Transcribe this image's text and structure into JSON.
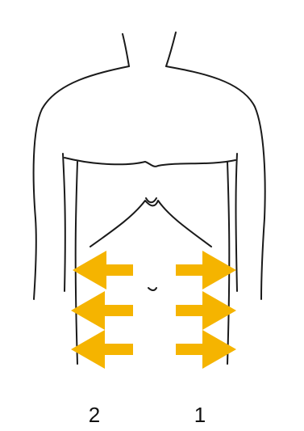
{
  "labels": {
    "left": "2",
    "right": "1"
  },
  "colors": {
    "outline": "#1a1a1a",
    "arrow": "#f5b400",
    "background": "#ffffff"
  },
  "arrows": {
    "left_side_direction": "left",
    "right_side_direction": "right",
    "rows_per_side": 3
  },
  "icons": {
    "torso": "torso-outline",
    "arrow": "arrow-icon"
  }
}
